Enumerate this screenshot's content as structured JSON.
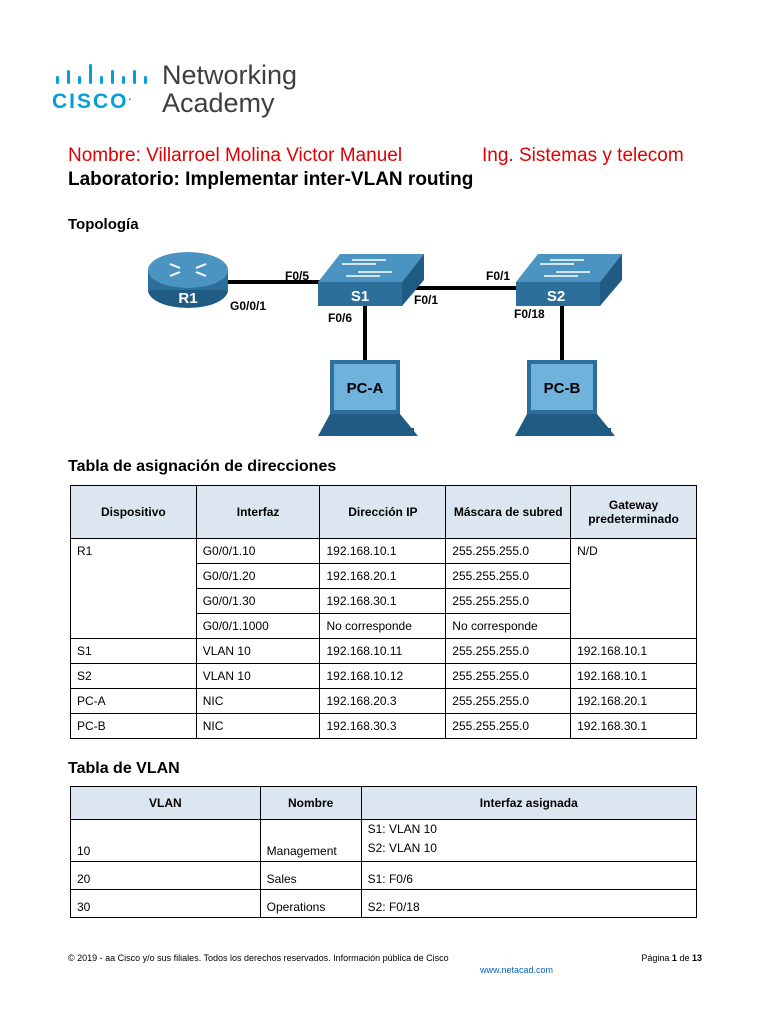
{
  "logo": {
    "cisco": "CISCO",
    "line1": "Networking",
    "line2": "Academy"
  },
  "header": {
    "name_line": "Nombre: Villarroel Molina Victor Manuel",
    "career": "Ing. Sistemas y telecom",
    "lab_title": "Laboratorio: Implementar inter-VLAN routing"
  },
  "topology": {
    "heading": "Topología",
    "r1": "R1",
    "s1": "S1",
    "s2": "S2",
    "pca": "PC-A",
    "pcb": "PC-B",
    "r1_port": "G0/0/1",
    "s1_r1_port": "F0/5",
    "s1_pc_port": "F0/6",
    "s1_s2_port": "F0/1",
    "s2_s1_port": "F0/1",
    "s2_pc_port": "F0/18"
  },
  "address_table": {
    "heading": "Tabla de asignación de direcciones",
    "headers": [
      "Dispositivo",
      "Interfaz",
      "Dirección IP",
      "Máscara de subred",
      "Gateway predeterminado"
    ],
    "rows": [
      [
        "R1",
        "G0/0/1.10",
        "192.168.10.1",
        "255.255.255.0",
        "N/D"
      ],
      [
        "",
        "G0/0/1.20",
        "192.168.20.1",
        "255.255.255.0",
        ""
      ],
      [
        "",
        "G0/0/1.30",
        "192.168.30.1",
        "255.255.255.0",
        ""
      ],
      [
        "",
        "G0/0/1.1000",
        "No corresponde",
        "No corresponde",
        ""
      ],
      [
        "S1",
        "VLAN 10",
        "192.168.10.11",
        "255.255.255.0",
        "192.168.10.1"
      ],
      [
        "S2",
        "VLAN 10",
        "192.168.10.12",
        "255.255.255.0",
        "192.168.10.1"
      ],
      [
        "PC-A",
        "NIC",
        "192.168.20.3",
        "255.255.255.0",
        "192.168.20.1"
      ],
      [
        "PC-B",
        "NIC",
        "192.168.30.3",
        "255.255.255.0",
        "192.168.30.1"
      ]
    ]
  },
  "vlan_table": {
    "heading": "Tabla de VLAN",
    "headers": [
      "VLAN",
      "Nombre",
      "Interfaz asignada"
    ],
    "rows": [
      [
        "10",
        "Management",
        "S1: VLAN 10\nS2: VLAN 10"
      ],
      [
        "20",
        "Sales",
        "S1: F0/6"
      ],
      [
        "30",
        "Operations",
        "S2: F0/18"
      ]
    ]
  },
  "footer": {
    "copyright": "© 2019 - aa Cisco y/o sus filiales. Todos los derechos reservados. Información pública de Cisco",
    "page_label": "Página",
    "page_current": "1",
    "page_of": "de",
    "page_total": "13",
    "url": "www.netacad.com"
  },
  "colors": {
    "cisco_blue": "#049fd9",
    "red": "#e00000",
    "header_fill": "#dce6f1",
    "device_blue": "#2b6f9a"
  }
}
